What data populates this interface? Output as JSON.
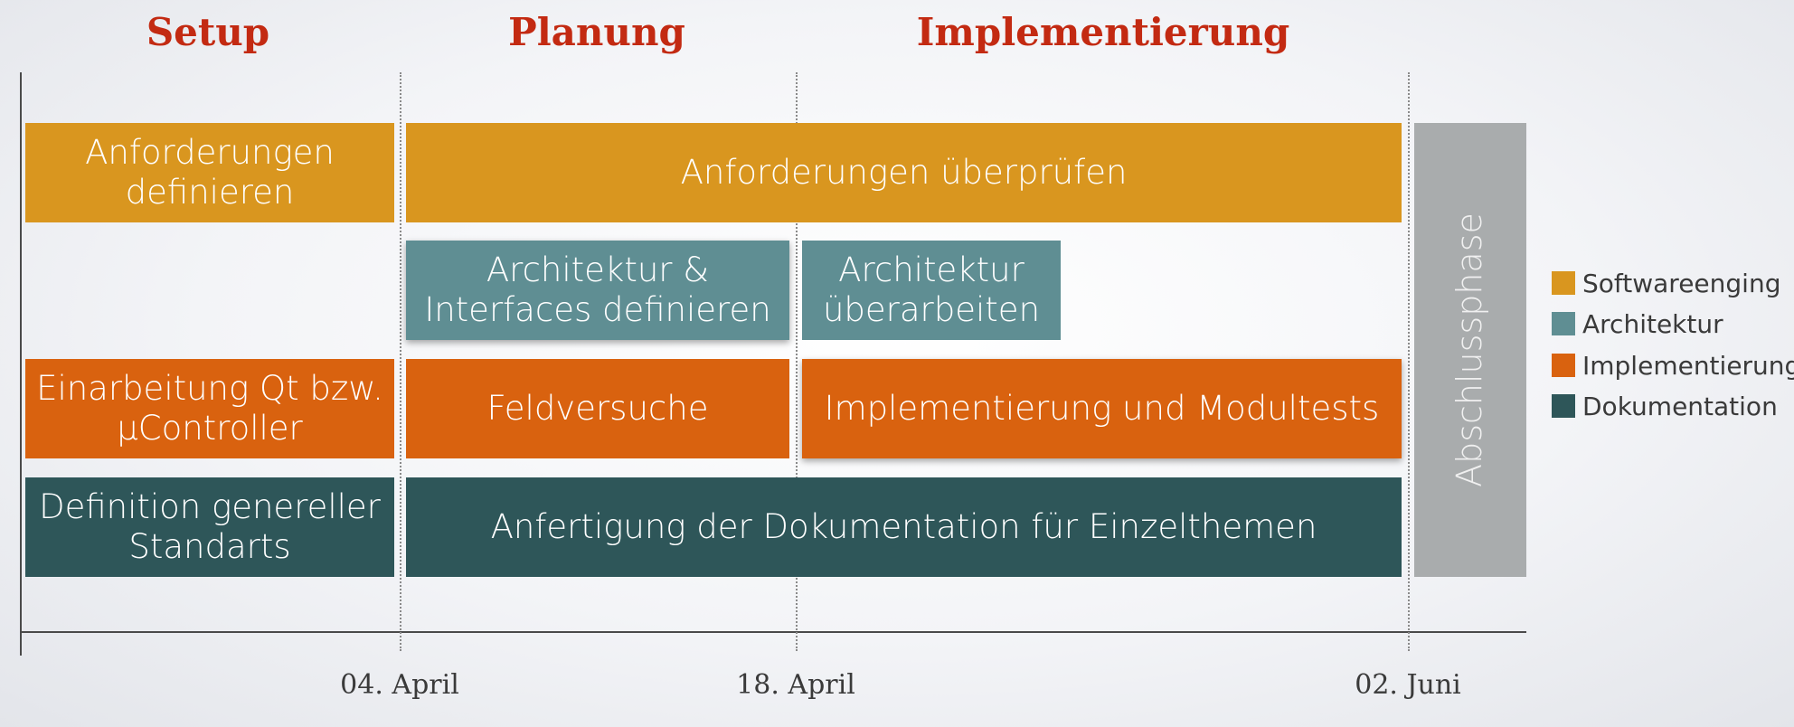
{
  "phases": {
    "setup": "Setup",
    "planung": "Planung",
    "implementierung": "Implementierung"
  },
  "tasks": {
    "anforderungen_definieren": "Anforderungen definieren",
    "anforderungen_ueberpruefen": "Anforderungen überprüfen",
    "architektur_interfaces": "Architektur & Interfaces definieren",
    "architektur_ueberarbeiten": "Architektur überarbeiten",
    "einarbeitung": "Einarbeitung Qt bzw. µController",
    "feldversuche": "Feldversuche",
    "implementierung_modultests": "Implementierung und Modultests",
    "definition_standarts": "Definition genereller Standarts",
    "dokumentation_einzelthemen": "Anfertigung der Dokumentation für Einzelthemen",
    "abschlussphase": "Abschlussphase"
  },
  "dates": [
    "04. April",
    "18. April",
    "02. Juni"
  ],
  "legend": [
    {
      "label": "Softwareenging",
      "color": "#d9961f"
    },
    {
      "label": "Architektur",
      "color": "#5f8e93"
    },
    {
      "label": "Implementierung",
      "color": "#d9620f"
    },
    {
      "label": "Dokumentation",
      "color": "#2e5659"
    }
  ],
  "colors": {
    "phase_title": "#c32a12",
    "softwareengineering": "#d9961f",
    "architektur": "#5f8e93",
    "implementierung": "#d9620f",
    "dokumentation": "#2e5659",
    "abschluss": "#a9acad"
  }
}
